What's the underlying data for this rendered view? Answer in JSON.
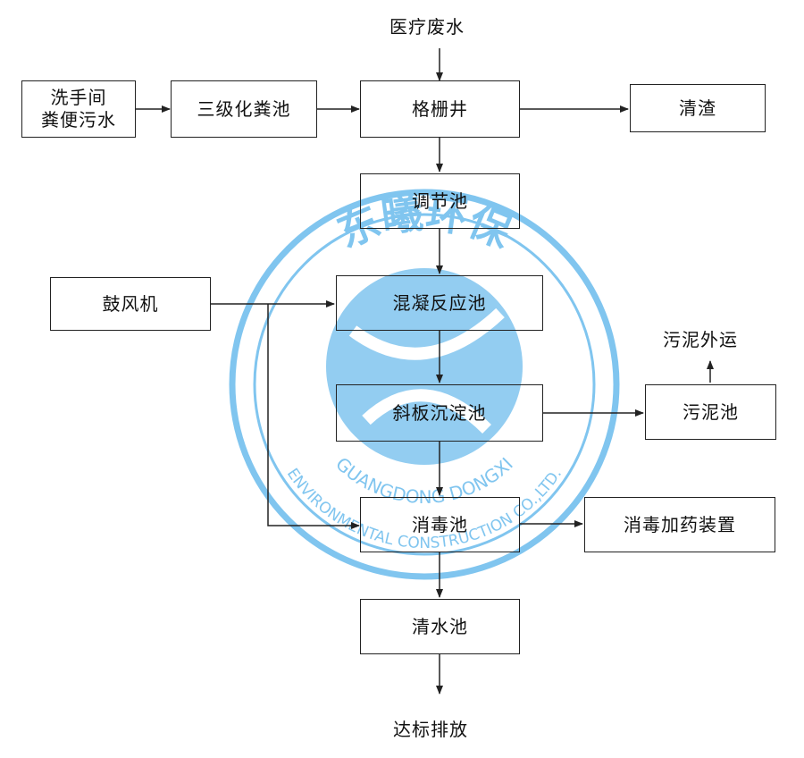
{
  "nodes": {
    "medical_wastewater": "医疗废水",
    "toilet_line1": "洗手间",
    "toilet_line2": "粪便污水",
    "septic_tank": "三级化粪池",
    "grate_well": "格栅井",
    "screen_residue": "清渣",
    "regulating_tank": "调节池",
    "blower": "鼓风机",
    "coagulation_tank": "混凝反应池",
    "inclined_settler": "斜板沉淀池",
    "sludge_tank": "污泥池",
    "sludge_transport": "污泥外运",
    "disinfection_tank": "消毒池",
    "dosing_device": "消毒加药装置",
    "clear_water_tank": "清水池",
    "discharge": "达标排放"
  },
  "watermark": {
    "text_cn": "东曦环保",
    "text_en_line1": "ENVIRONMENTAL CONSTRUCTION CO.,LTD.",
    "text_en_line2": "GUANGDONG DONGXI",
    "color": "#3aa0e0"
  },
  "colors": {
    "line": "#222222",
    "text": "#111111"
  }
}
